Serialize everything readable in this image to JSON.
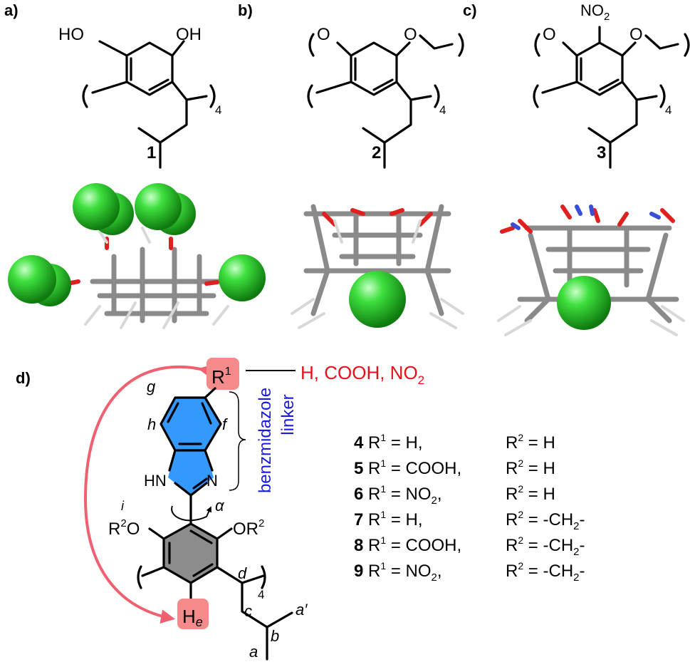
{
  "panels": {
    "a": {
      "label": "a)",
      "compound": "1",
      "ho": "HO",
      "oh": "OH",
      "n": "4"
    },
    "b": {
      "label": "b)",
      "compound": "2",
      "o": "O",
      "n": "4"
    },
    "c": {
      "label": "c)",
      "compound": "3",
      "o": "O",
      "no2": "NO",
      "no2_sub": "2",
      "n": "4"
    },
    "d": {
      "label": "d)"
    }
  },
  "structure_d": {
    "r1": "R",
    "r1_sup": "1",
    "substituents": "H, COOH, NO",
    "substituents_sub": "2",
    "he": "H",
    "he_sub": "e",
    "g": "g",
    "h": "h",
    "f": "f",
    "i": "i",
    "hn": "HN",
    "n": "N",
    "alpha": "α",
    "r2o": "R",
    "r2o_sup": "2",
    "r2o_o": "O",
    "or2": "OR",
    "or2_sup": "2",
    "repeat": "4",
    "d": "d",
    "c": "c",
    "b": "b",
    "a": "a",
    "a_prime": "a′",
    "linker_line1": "benzmidazole",
    "linker_line2": "linker"
  },
  "colors": {
    "accent_red": "#e8101a",
    "linker_blue": "#1a1ae6",
    "ring_blue": "#3399ff",
    "highlight": "#f27a7a",
    "sphere_green": "#33cc33"
  },
  "compounds": [
    {
      "num": "4",
      "r1": [
        {
          "t": "H,"
        }
      ],
      "r2": [
        {
          "t": "H"
        }
      ]
    },
    {
      "num": "5",
      "r1": [
        {
          "t": "COOH,"
        }
      ],
      "r2": [
        {
          "t": "H"
        }
      ]
    },
    {
      "num": "6",
      "r1": [
        {
          "t": "NO"
        },
        {
          "t": "2",
          "sub": true
        },
        {
          "t": ","
        }
      ],
      "r2": [
        {
          "t": "H"
        }
      ]
    },
    {
      "num": "7",
      "r1": [
        {
          "t": "H,"
        }
      ],
      "r2": [
        {
          "t": "-CH"
        },
        {
          "t": "2",
          "sub": true
        },
        {
          "t": "-"
        }
      ]
    },
    {
      "num": "8",
      "r1": [
        {
          "t": "COOH,"
        }
      ],
      "r2": [
        {
          "t": "-CH"
        },
        {
          "t": "2",
          "sub": true
        },
        {
          "t": "-"
        }
      ]
    },
    {
      "num": "9",
      "r1": [
        {
          "t": "NO"
        },
        {
          "t": "2",
          "sub": true
        },
        {
          "t": ","
        }
      ],
      "r2": [
        {
          "t": "-CH"
        },
        {
          "t": "2",
          "sub": true
        },
        {
          "t": "-"
        }
      ]
    }
  ],
  "list_labels": {
    "r": "R",
    "sup1": "1",
    "sup2": "2",
    "eq": " = "
  }
}
